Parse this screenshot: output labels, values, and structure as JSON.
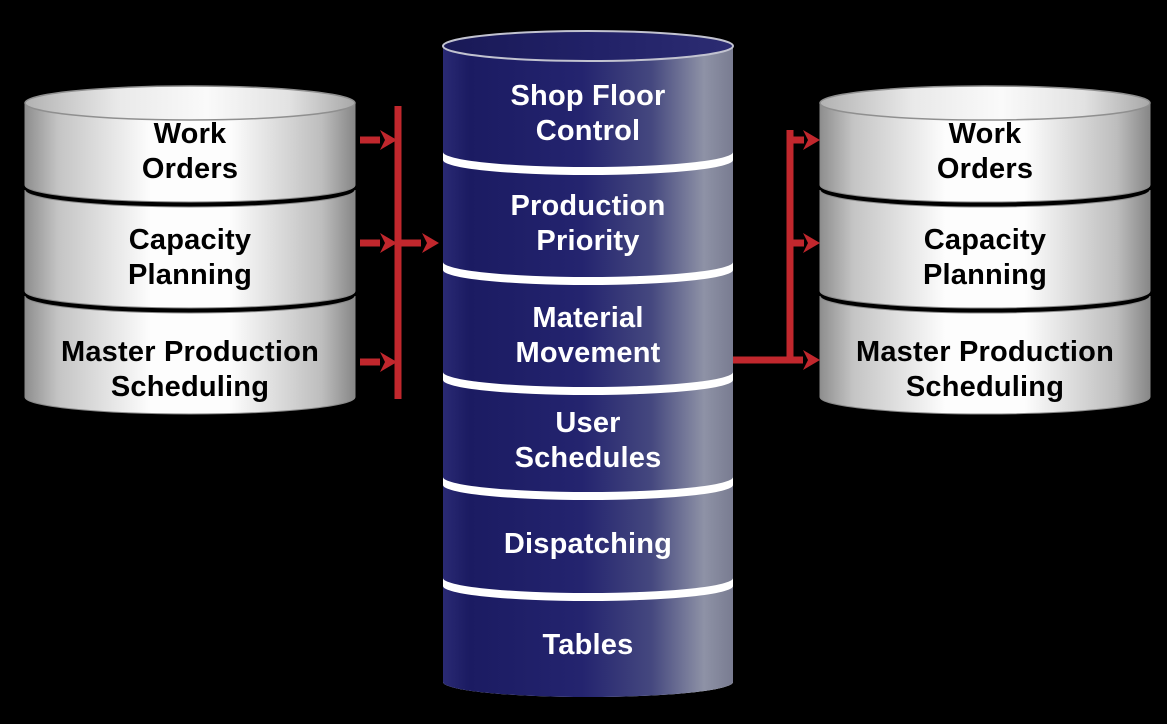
{
  "title": "MES shop floor data flow diagram",
  "colors": {
    "background": "#000000",
    "arrow_red": "#c1272d",
    "center_navy": "#1e1e66",
    "center_gray_edge": "#8e92a6",
    "disk_silver": "#f2f2f2",
    "center_text": "#ffffff",
    "disk_text": "#000000",
    "separator_white": "#ffffff"
  },
  "left_stack": {
    "disks": [
      {
        "lines": [
          "Work",
          "Orders"
        ]
      },
      {
        "lines": [
          "Capacity",
          "Planning"
        ]
      },
      {
        "lines": [
          "Master Production",
          "Scheduling"
        ]
      }
    ]
  },
  "center_cylinder": {
    "segments": [
      {
        "lines": [
          "Shop Floor",
          "Control"
        ]
      },
      {
        "lines": [
          "Production",
          "Priority"
        ]
      },
      {
        "lines": [
          "Material",
          "Movement"
        ]
      },
      {
        "lines": [
          "User",
          "Schedules"
        ]
      },
      {
        "lines": [
          "Dispatching"
        ]
      },
      {
        "lines": [
          "Tables"
        ]
      }
    ]
  },
  "right_stack": {
    "disks": [
      {
        "lines": [
          "Work",
          "Orders"
        ]
      },
      {
        "lines": [
          "Capacity",
          "Planning"
        ]
      },
      {
        "lines": [
          "Master Production",
          "Scheduling"
        ]
      }
    ]
  },
  "flows": [
    {
      "from": "left-disks",
      "to": "center-cylinder"
    },
    {
      "from": "center-cylinder",
      "to": "right-disks"
    }
  ]
}
